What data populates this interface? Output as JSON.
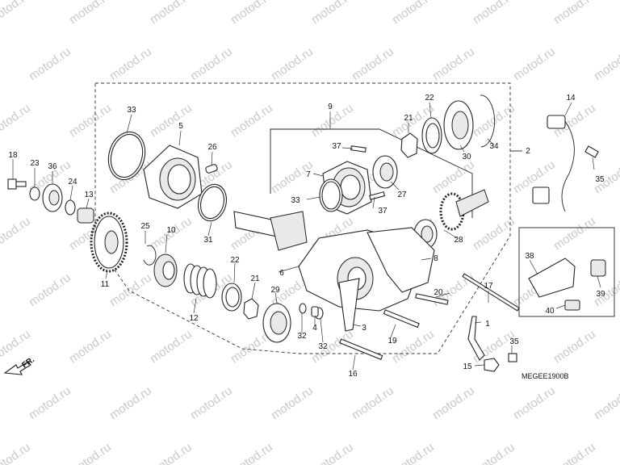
{
  "watermark": "motod.ru",
  "diagram_code": "MEGEE1900B",
  "direction_label": "FR.",
  "callouts": {
    "p1": "1",
    "p2": "2",
    "p3": "3",
    "p4": "4",
    "p5": "5",
    "p6": "6",
    "p7": "7",
    "p8": "8",
    "p9": "9",
    "p10": "10",
    "p11": "11",
    "p12": "12",
    "p13": "13",
    "p14": "14",
    "p15": "15",
    "p16": "16",
    "p17": "17",
    "p18": "18",
    "p19": "19",
    "p20": "20",
    "p21a": "21",
    "p21b": "21",
    "p22a": "22",
    "p22b": "22",
    "p23": "23",
    "p24": "24",
    "p25": "25",
    "p26": "26",
    "p27": "27",
    "p28": "28",
    "p29": "29",
    "p30": "30",
    "p31": "31",
    "p32a": "32",
    "p32b": "32",
    "p33a": "33",
    "p33b": "33",
    "p34": "34",
    "p35a": "35",
    "p35b": "35",
    "p36": "36",
    "p37a": "37",
    "p37b": "37",
    "p38": "38",
    "p39": "39",
    "p40": "40"
  },
  "colors": {
    "line": "#222222",
    "watermark": "#c9c9c9",
    "background": "#ffffff"
  }
}
